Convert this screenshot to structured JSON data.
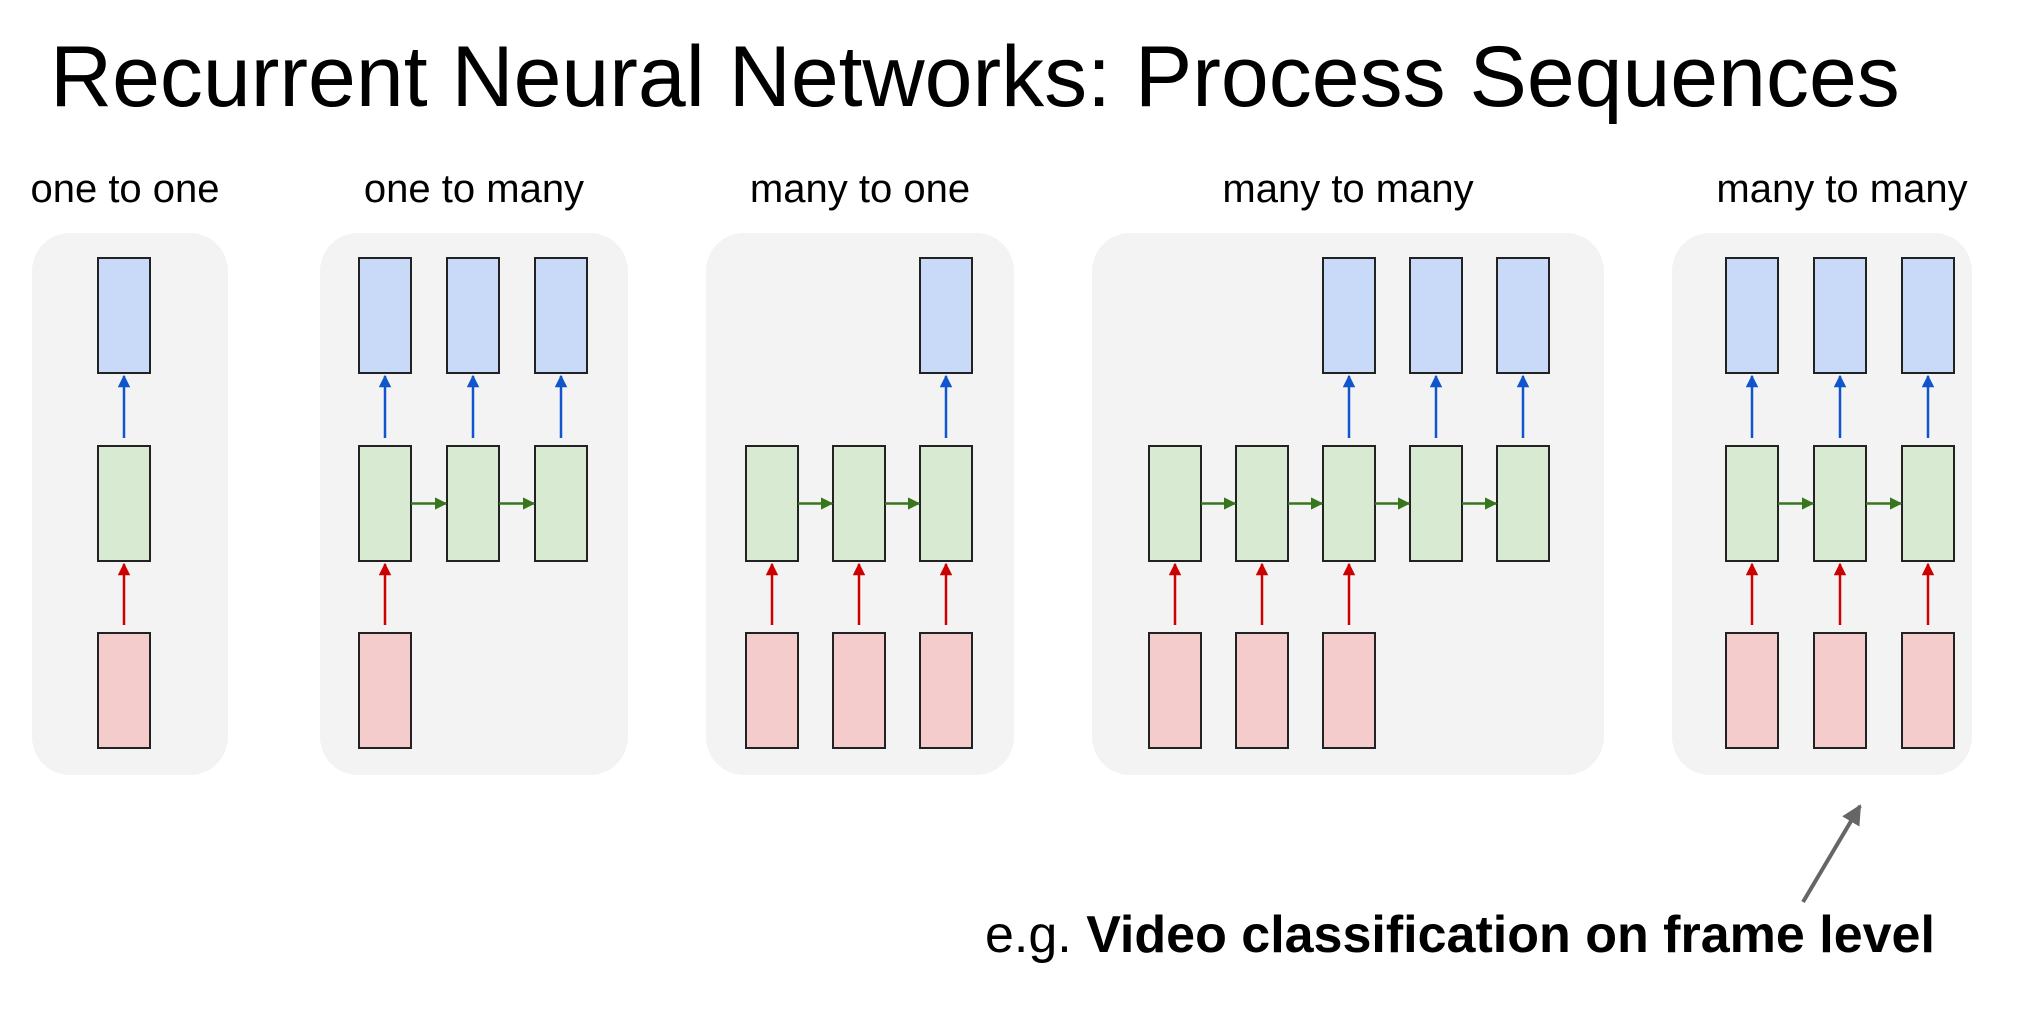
{
  "title": "Recurrent Neural Networks: Process Sequences",
  "colors": {
    "panel": "#f3f3f3",
    "output": "#c9daf8",
    "hidden": "#d9ead3",
    "input": "#f4cccc",
    "output_arrow": "#1155cc",
    "hidden_arrow": "#38761d",
    "input_arrow": "#cc0000",
    "callout_arrow": "#666666",
    "box_border": "#222222"
  },
  "panels": [
    {
      "label": "one to one",
      "structure": {
        "inputs": [
          0
        ],
        "hidden": [
          0
        ],
        "outputs": [
          0
        ]
      }
    },
    {
      "label": "one to many",
      "structure": {
        "inputs": [
          0
        ],
        "hidden": [
          0,
          1,
          2
        ],
        "outputs": [
          0,
          1,
          2
        ]
      }
    },
    {
      "label": "many to one",
      "structure": {
        "inputs": [
          0,
          1,
          2
        ],
        "hidden": [
          0,
          1,
          2
        ],
        "outputs": [
          2
        ]
      }
    },
    {
      "label": "many to many",
      "structure": {
        "inputs": [
          0,
          1,
          2
        ],
        "hidden": [
          0,
          1,
          2,
          3,
          4
        ],
        "outputs": [
          2,
          3,
          4
        ]
      }
    },
    {
      "label": "many to many",
      "structure": {
        "inputs": [
          0,
          1,
          2
        ],
        "hidden": [
          0,
          1,
          2
        ],
        "outputs": [
          0,
          1,
          2
        ]
      }
    }
  ],
  "caption": {
    "prefix": "e.g.",
    "emphasis": "Video classification on frame level"
  }
}
